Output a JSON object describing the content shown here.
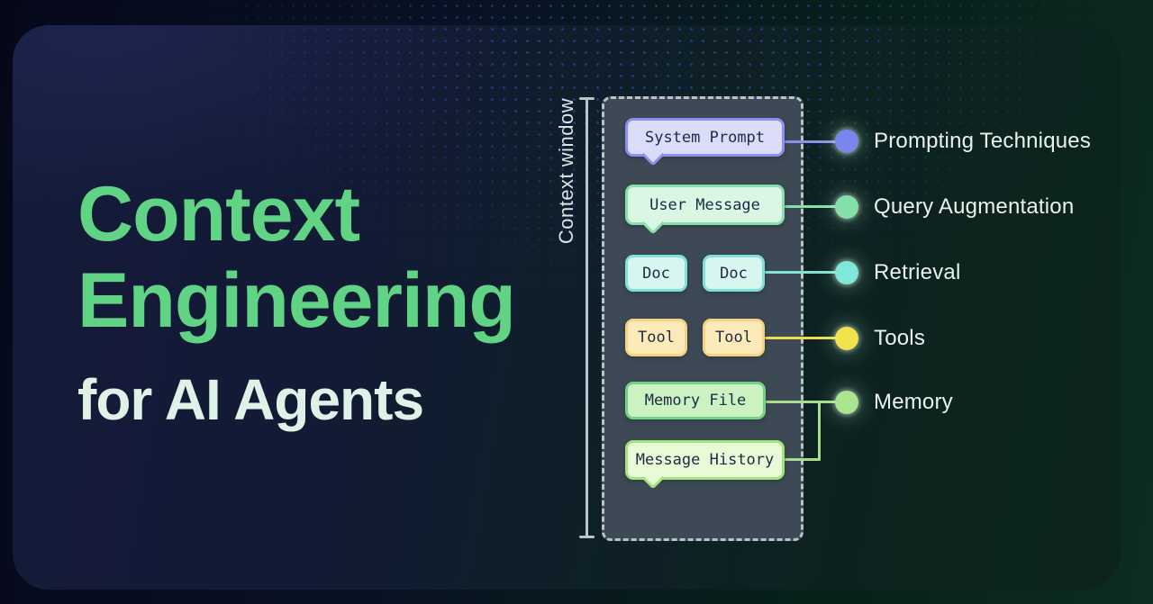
{
  "poster": {
    "title_line1": "Context",
    "title_line2": "Engineering",
    "subtitle": "for AI Agents",
    "title_color": "#60d385",
    "subtitle_color": "#def2e7"
  },
  "diagram": {
    "bracket_label": "Context window",
    "container_fill": "#3d4a56",
    "boxes": {
      "system_prompt": {
        "label": "System Prompt",
        "fill": "#dbdcfa",
        "border": "#8a90ee",
        "shape": "speech-bubble"
      },
      "user_message": {
        "label": "User Message",
        "fill": "#d9f7e3",
        "border": "#86dfaa",
        "shape": "speech-bubble"
      },
      "doc_1": {
        "label": "Doc",
        "fill": "#d7f6f0",
        "border": "#80e2d4",
        "shape": "rect"
      },
      "doc_2": {
        "label": "Doc",
        "fill": "#d7f6f0",
        "border": "#80e2d4",
        "shape": "rect"
      },
      "tool_1": {
        "label": "Tool",
        "fill": "#fcebb9",
        "border": "#f4d484",
        "shape": "rect"
      },
      "tool_2": {
        "label": "Tool",
        "fill": "#fcebb9",
        "border": "#f4d484",
        "shape": "rect"
      },
      "memory_file": {
        "label": "Memory File",
        "fill": "#cbf2c0",
        "border": "#74d287",
        "shape": "rect"
      },
      "message_history": {
        "label": "Message History",
        "fill": "#e9fbd6",
        "border": "#a6e37c",
        "shape": "speech-bubble"
      }
    },
    "legend": [
      {
        "label": "Prompting Techniques",
        "dot_color": "#7b85ee",
        "connects": "system_prompt"
      },
      {
        "label": "Query Augmentation",
        "dot_color": "#85dfa9",
        "connects": "user_message"
      },
      {
        "label": "Retrieval",
        "dot_color": "#7fe8da",
        "connects": "doc_2"
      },
      {
        "label": "Tools",
        "dot_color": "#f2e24c",
        "connects": "tool_2"
      },
      {
        "label": "Memory",
        "dot_color": "#abe68f",
        "connects": "memory_file + message_history"
      }
    ]
  }
}
